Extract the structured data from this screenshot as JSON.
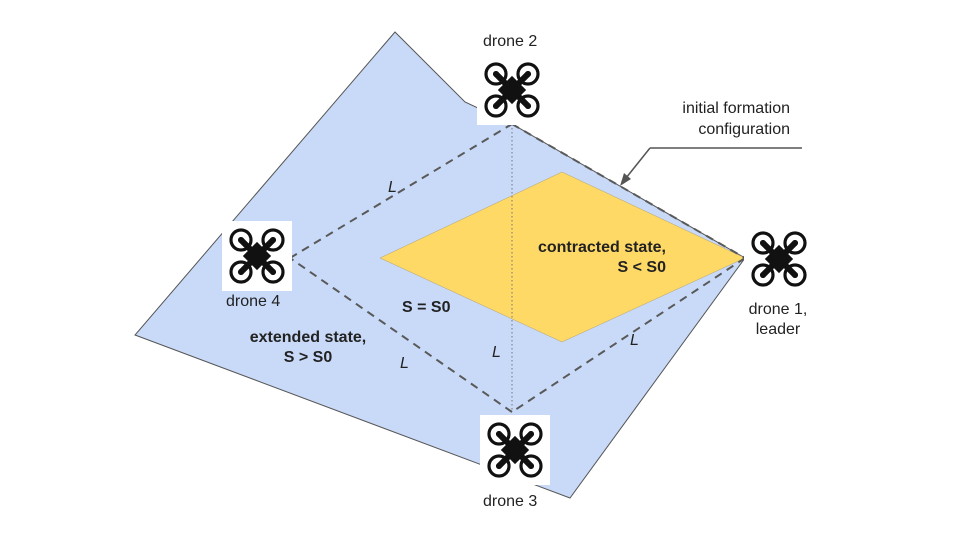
{
  "colors": {
    "extended_fill": "#c9daf8",
    "contracted_fill": "#ffd966",
    "line": "#595959",
    "text": "#222222"
  },
  "drones": [
    {
      "label": "drone 2",
      "icon": "quadcopter-icon"
    },
    {
      "label": "drone 4",
      "icon": "quadcopter-icon"
    },
    {
      "label": "drone 3",
      "icon": "quadcopter-icon"
    },
    {
      "label_line1": "drone 1,",
      "label_line2": "leader",
      "icon": "quadcopter-icon"
    }
  ],
  "callout": {
    "line1": "initial formation",
    "line2": "configuration"
  },
  "states": {
    "extended": {
      "line1": "extended state,",
      "line2": "S > S0"
    },
    "contracted": {
      "line1": "contracted state,",
      "line2": "S < S0"
    },
    "initial": "S = S0"
  },
  "edge_label": "L"
}
